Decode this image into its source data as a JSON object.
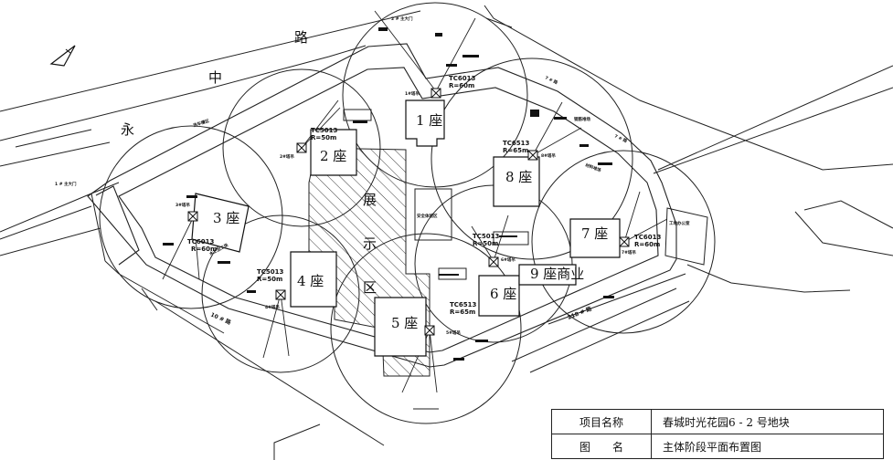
{
  "roads": {
    "main_chars": [
      "永",
      "中",
      "路"
    ],
    "gate_1": "1 # 主大门",
    "gate_2": "2 # 主大门",
    "road_10": "10 # 路",
    "road_218": "218 # 路",
    "road_7": "7 # 路",
    "road_7b": "7 # 路"
  },
  "buildings": [
    "1 座",
    "2 座",
    "3 座",
    "4 座",
    "5 座",
    "6 座",
    "7 座",
    "8 座"
  ],
  "building_9": "9 座商业",
  "exhibition_chars": [
    "展",
    "示",
    "区"
  ],
  "safety_zone": "安全体验区",
  "office_zone": "工地办公室",
  "labels": {
    "wash_area": "洗车槽区",
    "storage": "钢筋堆场",
    "storage_b": "材料堆场",
    "storage_c": "木工加工场"
  },
  "cranes": [
    {
      "model": "TC6013",
      "radius": "R=60m",
      "tag": "1#塔吊"
    },
    {
      "model": "TC5013",
      "radius": "R=50m",
      "tag": "2#塔吊"
    },
    {
      "model": "TC6013",
      "radius": "R=60m",
      "tag": "3#塔吊"
    },
    {
      "model": "TC5013",
      "radius": "R=50m",
      "tag": "4#塔吊"
    },
    {
      "model": "TC6513",
      "radius": "R=65m",
      "tag": "5#塔吊"
    },
    {
      "model": "TC5013",
      "radius": "R=50m",
      "tag": "6#塔吊"
    },
    {
      "model": "TC6013",
      "radius": "R=60m",
      "tag": "7#塔吊"
    },
    {
      "model": "TC6513",
      "radius": "R=65m",
      "tag": "8#塔吊"
    }
  ],
  "title_block": {
    "project_label": "项目名称",
    "project_value": "春城时光花园6 - 2 号地块",
    "drawing_label": "图　　名",
    "drawing_value": "主体阶段平面布置图"
  }
}
